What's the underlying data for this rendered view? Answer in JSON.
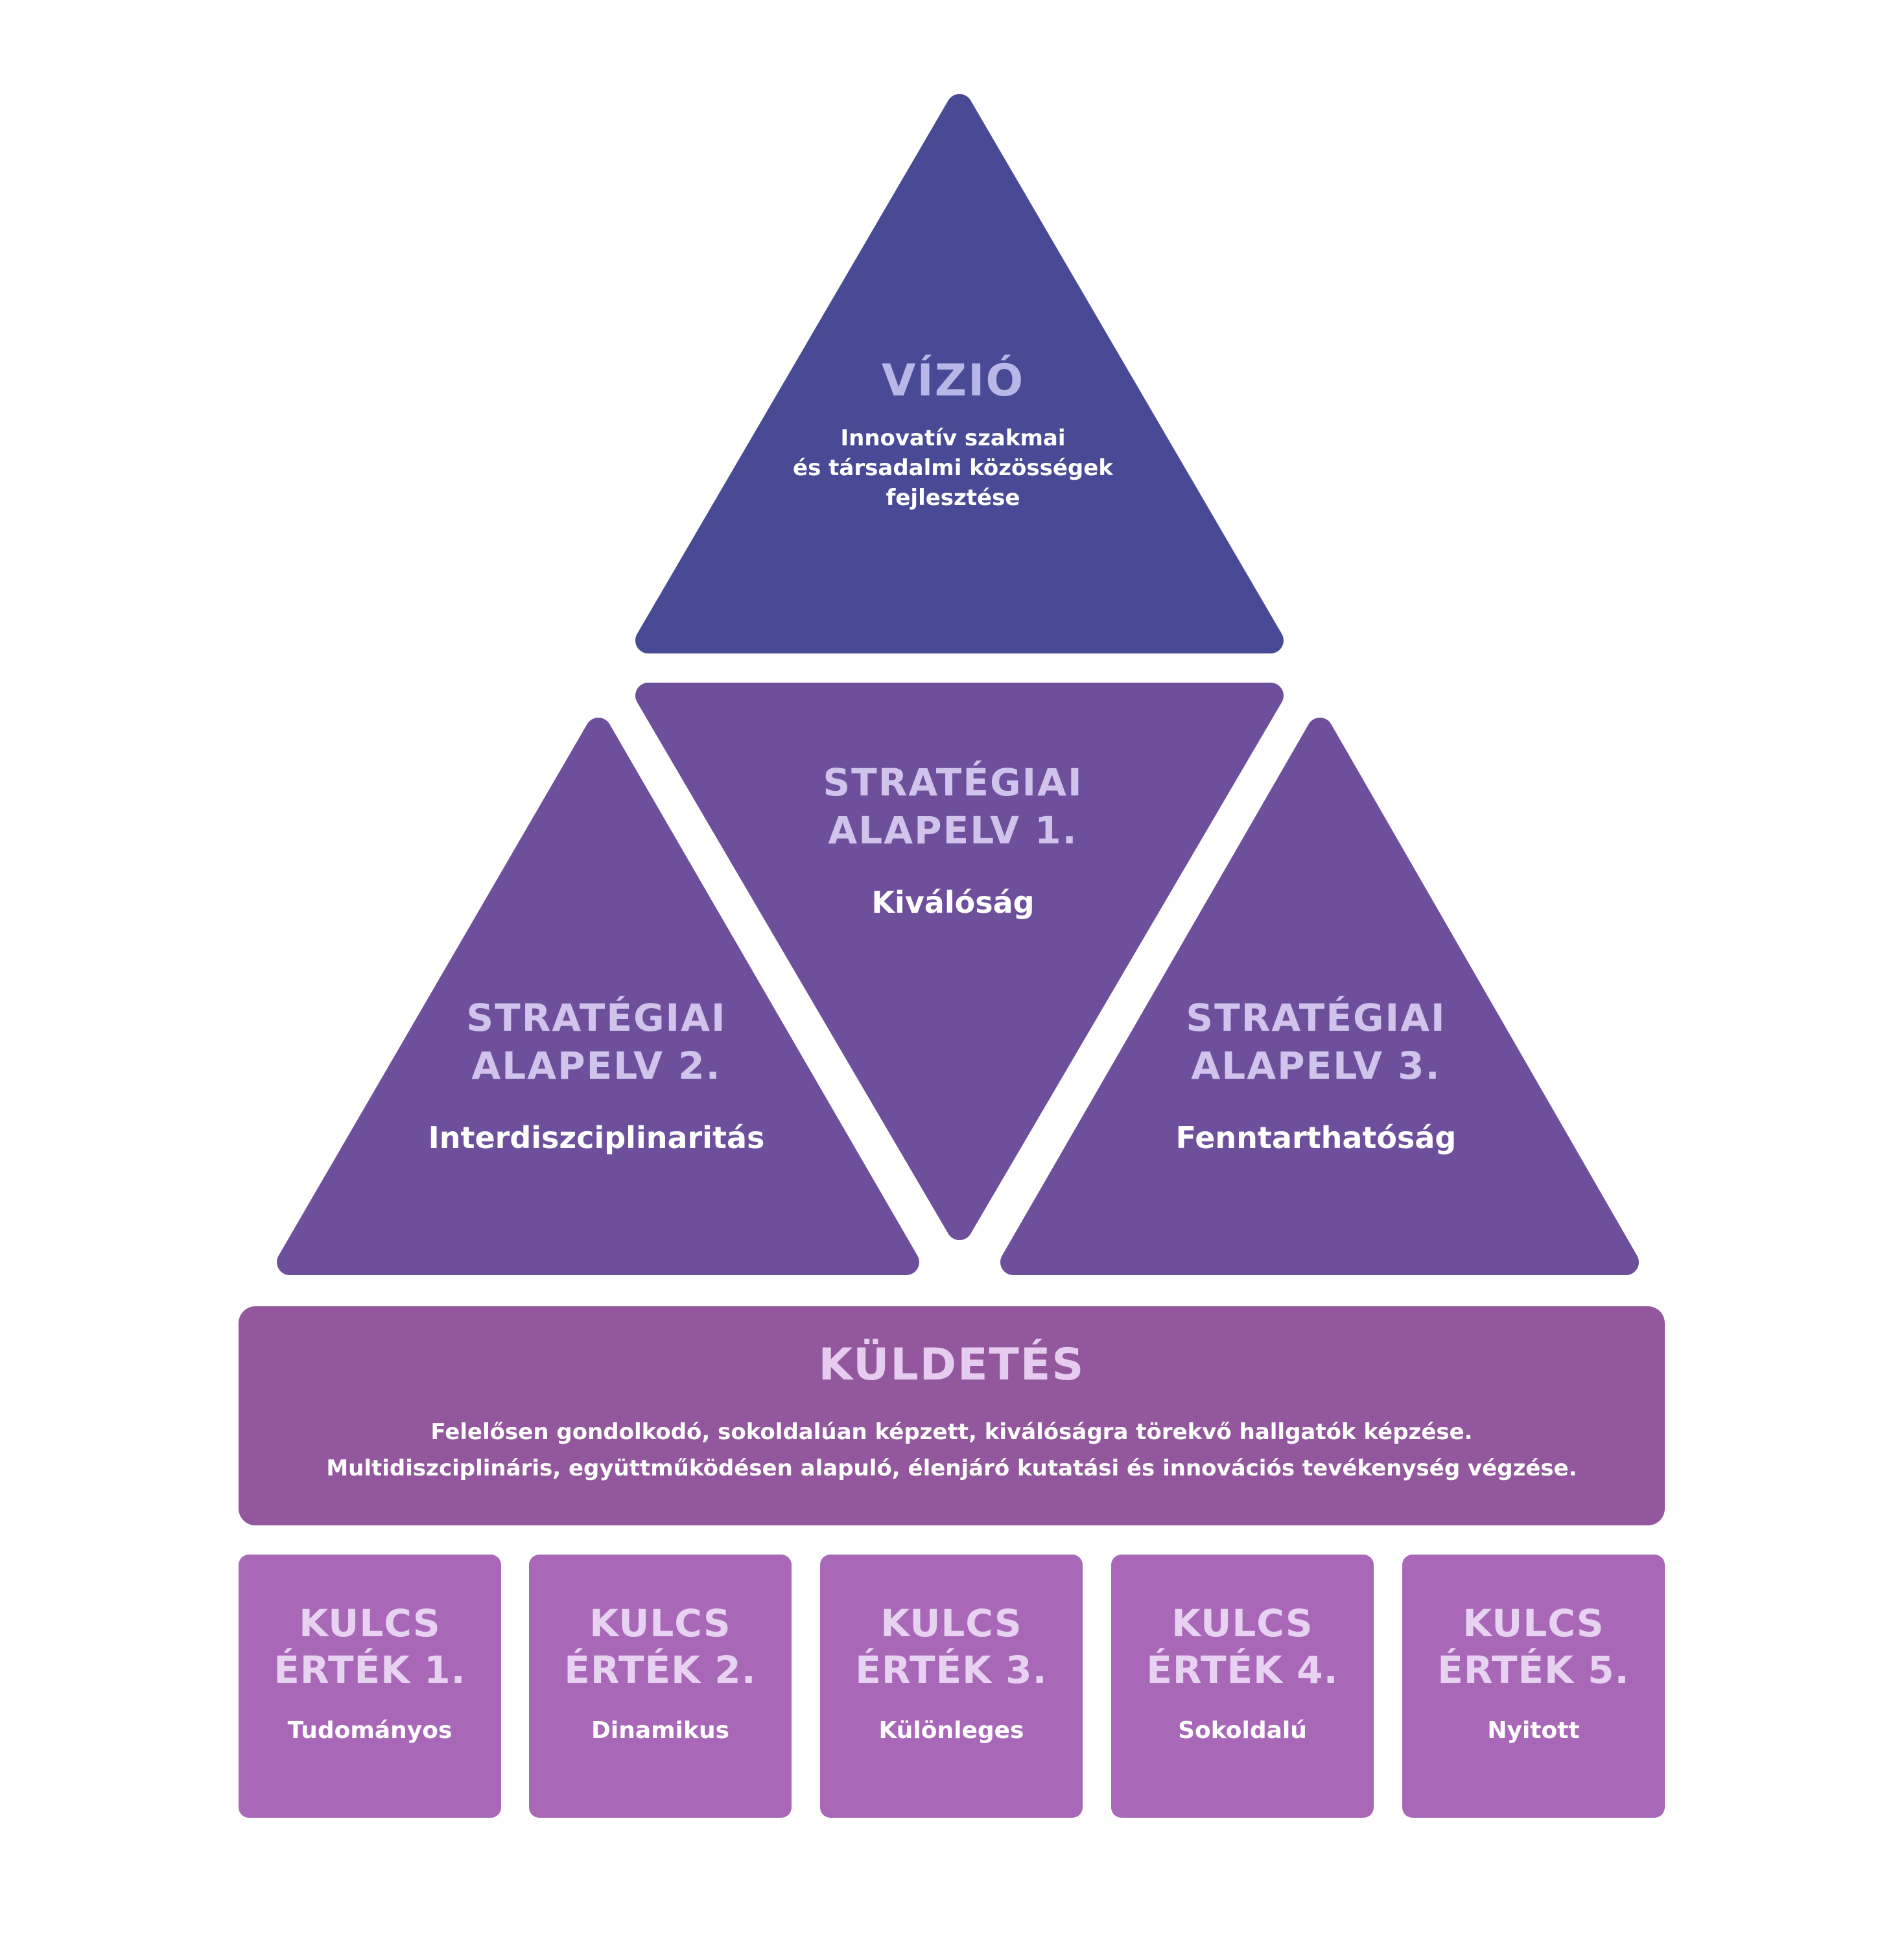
{
  "colors": {
    "vision": "#494a95",
    "strategy": "#6d4f9b",
    "mission": "#93579d",
    "key_value": "#a967b8",
    "background": "#ffffff"
  },
  "vision": {
    "title": "VÍZIÓ",
    "lines": [
      "Innovatív szakmai",
      "és társadalmi közösségek",
      "fejlesztése"
    ]
  },
  "strategic_principles": [
    {
      "title_line1": "STRATÉGIAI",
      "title_line2": "ALAPELV 1.",
      "text": "Kiválóság"
    },
    {
      "title_line1": "STRATÉGIAI",
      "title_line2": "ALAPELV 2.",
      "text": "Interdiszciplinaritás"
    },
    {
      "title_line1": "STRATÉGIAI",
      "title_line2": "ALAPELV 3.",
      "text": "Fenntarthatóság"
    }
  ],
  "mission": {
    "title": "KÜLDETÉS",
    "lines": [
      "Felelősen gondolkodó, sokoldalúan képzett, kiválóságra törekvő hallgatók képzése.",
      "Multidiszciplináris, együttműködésen alapuló, élenjáró kutatási és innovációs tevékenység végzése."
    ]
  },
  "key_values": [
    {
      "title_line1": "KULCS",
      "title_line2": "ÉRTÉK 1.",
      "text": "Tudományos"
    },
    {
      "title_line1": "KULCS",
      "title_line2": "ÉRTÉK 2.",
      "text": "Dinamikus"
    },
    {
      "title_line1": "KULCS",
      "title_line2": "ÉRTÉK 3.",
      "text": "Különleges"
    },
    {
      "title_line1": "KULCS",
      "title_line2": "ÉRTÉK 4.",
      "text": "Sokoldalú"
    },
    {
      "title_line1": "KULCS",
      "title_line2": "ÉRTÉK 5.",
      "text": "Nyitott"
    }
  ]
}
